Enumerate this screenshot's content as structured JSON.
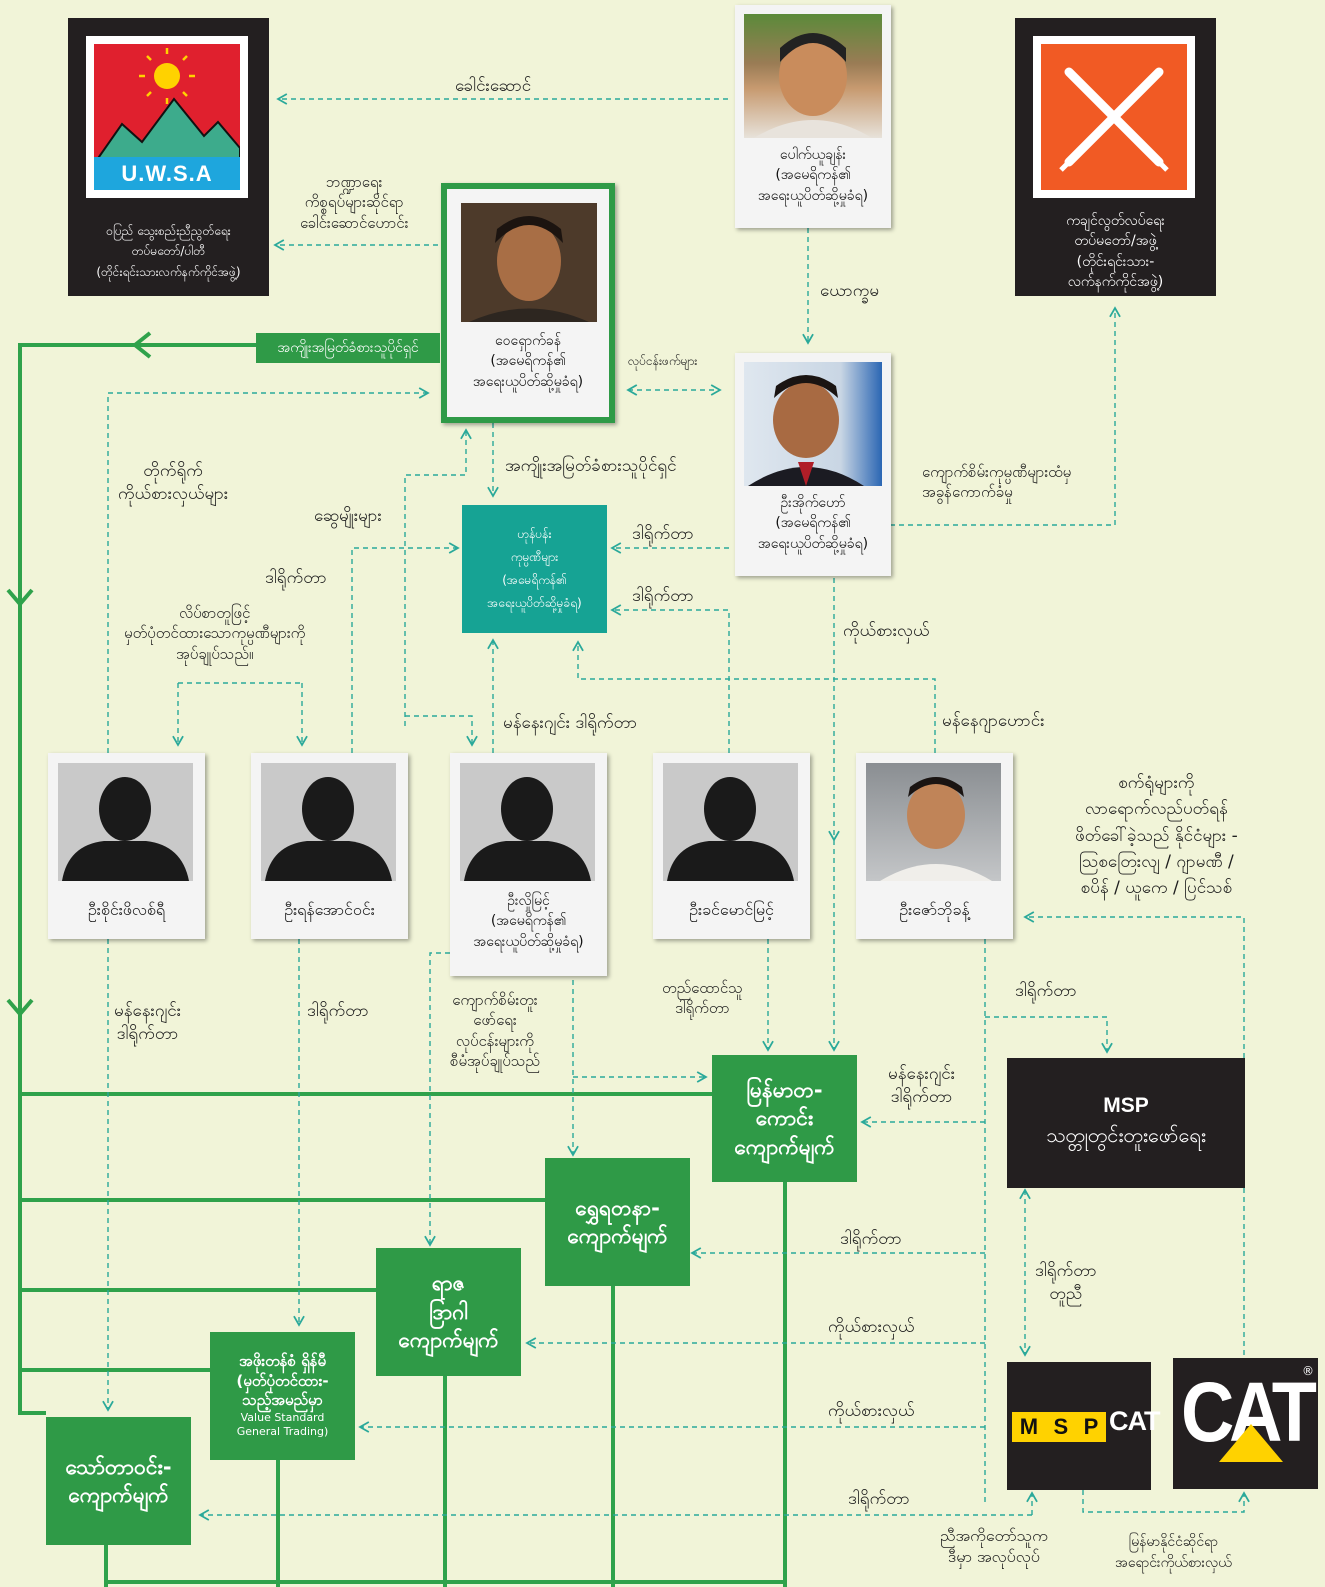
{
  "colors": {
    "background": "#f1f4d8",
    "green": "#2f9a47",
    "teal": "#16a394",
    "dark": "#231f20",
    "line_green": "#2fa24b",
    "dashed": "#2aa99a"
  },
  "uwsa": {
    "logo_text": "U.W.S.A",
    "caption": [
      "ဝပြည် သွေးစည်းညီညွတ်ရေး",
      "တပ်မတော်/ပါတီ",
      "(တိုင်းရင်းသားလက်နက်ကိုင်အဖွဲ့)"
    ]
  },
  "kia": {
    "caption": [
      "ကချင်လွတ်လပ်ရေး",
      "တပ်မတော်/အဖွဲ့",
      "(တိုင်းရင်းသား-",
      "လက်နက်ကိုင်အဖွဲ့)"
    ]
  },
  "people": {
    "bao_you_xiang": {
      "name": "ပေါက်ယူချန်း",
      "note1": "(အမေရိကန်၏",
      "note2": "အရေးယူပိတ်ဆို့မှုခံရ)"
    },
    "wei_hsueh_kang": {
      "name": "ဝေရှောက်ခန်",
      "note1": "(အမေရိကန်၏",
      "note2": "အရေးယူပိတ်ဆို့မှုခံရ)"
    },
    "u_aik_haw": {
      "name": "ဦးအိုက်ဟော်",
      "note1": "(အမေရိကန်၏",
      "note2": "အရေးယူပိတ်ဆို့မှုခံရ)"
    },
    "u_kyaw_win_naing": {
      "name": "ဦးစိုင်းဖိလစ်ရီ"
    },
    "u_yan_aung_win": {
      "name": "ဦးရန်အောင်ဝင်း"
    },
    "u_myint": {
      "name": "ဦးလှိုမြင့်",
      "note1": "(အမေရိကန်၏",
      "note2": "အရေးယူပိတ်ဆို့မှုခံရ)"
    },
    "u_khin_maung_myint": {
      "name": "ဦးခင်မောင်မြင့်"
    },
    "u_zaw_thu_hein": {
      "name": "ဦးဇော်ဘိုခန့်"
    }
  },
  "hong_pang": {
    "lines": [
      "ဟုန်ပန်း",
      "ကုမ္ပဏီများ",
      "(အမေရိကန်၏",
      "အရေးယူပိတ်ဆို့မှုခံရ)"
    ]
  },
  "companies": {
    "myanmar_takaung": {
      "lines": [
        "မြန်မာတ-",
        "ကောင်း",
        "ကျောက်မျက်"
      ]
    },
    "shwe_yadana": {
      "lines": [
        "ရွှေရတနာ-",
        "ကျောက်မျက်"
      ]
    },
    "ruby_dragon": {
      "lines": [
        "ရာဇ",
        "ဒြာဂါ",
        "ကျောက်မျက်"
      ]
    },
    "value_standard": {
      "lines": [
        "အဖိုးတန်စံ ရှိန်မီ",
        "(မှတ်ပုံတင်ထား-",
        "သည့်အမည်မှာ"
      ],
      "en1": "Value Standard",
      "en2": "General Trading)"
    },
    "thaw_tar_win": {
      "lines": [
        "သော်တာဝင်း-",
        "ကျောက်မျက်"
      ]
    }
  },
  "msp": {
    "title": "MSP",
    "subtitle": "သတ္တုတွင်းတူးဖော်ရေး",
    "logo_letters": [
      "M",
      "S",
      "P"
    ],
    "logo_cat": "CAT"
  },
  "cat": {
    "logo": "CAT",
    "registered": "®"
  },
  "labels": {
    "lead1": "ခေါင်းဆောင်",
    "bhagat": [
      "ဘဏ္ဍာရေး",
      "ကိစ္စရပ်များဆိုင်ရာ",
      "ခေါင်းဆောင်ဟောင်း"
    ],
    "yaukhtama": "ယောက္ခမ",
    "interest_holder_banner": "အကျိုးအမြတ်ခံစားသူပိုင်ရှင်",
    "business_partner": "လုပ်ငန်းဖက်များ",
    "interest_holder_2": "အကျိုးအမြတ်ခံစားသူပိုင်ရှင်",
    "relatives": "ဆွေမျိုးများ",
    "direct_reps": [
      "တိုက်ရိုက်",
      "ကိုယ်စားလှယ်များ"
    ],
    "director_a": "ဒါရိုက်တာ",
    "director_b": "ဒါရိုက်တာ",
    "director_c": "ဒါရိုက်တာ",
    "hong_pang_manage": [
      "လိပ်စာတူဖြင့်",
      "မှတ်ပုံတင်ထားသောကုမ္ပဏီများကို",
      "အုပ်ချုပ်သည်။"
    ],
    "md_director": "မန်နေးဂျင်း ဒါရိုက်တာ",
    "ex_manager": "မန်နေဂျာဟောင်း",
    "representative_1": "ကိုယ်စားလှယ်",
    "jade_claim": [
      "ကျောက်စိမ်းကုမ္ပဏီများထံမှ",
      "အခွန်ကောက်ခံမှု"
    ],
    "machines": [
      "စက်ရုံများကို",
      "လာရောက်လည်ပတ်ရန်",
      "ဖိတ်ခေါ်ခဲ့သည် နိုင်ငံများ -",
      "ဩစတြေးလျ / ဂျာမဏီ /",
      "စပိန် / ယူကေ / ပြင်သစ်"
    ],
    "md_left": [
      "မန်နေးဂျင်း",
      "ဒါရိုက်တာ"
    ],
    "director_d": "ဒါရိုက်တာ",
    "jade_manage": [
      "ကျောက်စိမ်းတူး",
      "ဖော်ရေး",
      "လုပ်ငန်းများကို",
      "စီမံအုပ်ချုပ်သည်"
    ],
    "cofounder": [
      "တည်ထောင်သူ",
      "ဒါရိုက်တာ"
    ],
    "director_e": "ဒါရိုက်တာ",
    "md_msp": [
      "မန်နေးဂျင်း",
      "ဒါရိုက်တာ"
    ],
    "director_f": "ဒါရိုက်တာ",
    "director_g": [
      "ဒါရိုက်တာ",
      "တူညီ"
    ],
    "representative_2": "ကိုယ်စားလှယ်",
    "representative_3": "ကိုယ်စားလှယ်",
    "director_h": "ဒါရိုက်တာ",
    "same_official": [
      "ညီအကိုတော်သူက",
      "ဒီမှာ အလုပ်လုပ်"
    ],
    "myanmar_dealer": [
      "မြန်မာနိုင်ငံဆိုင်ရာ",
      "အရောင်းကိုယ်စားလှယ်"
    ]
  }
}
